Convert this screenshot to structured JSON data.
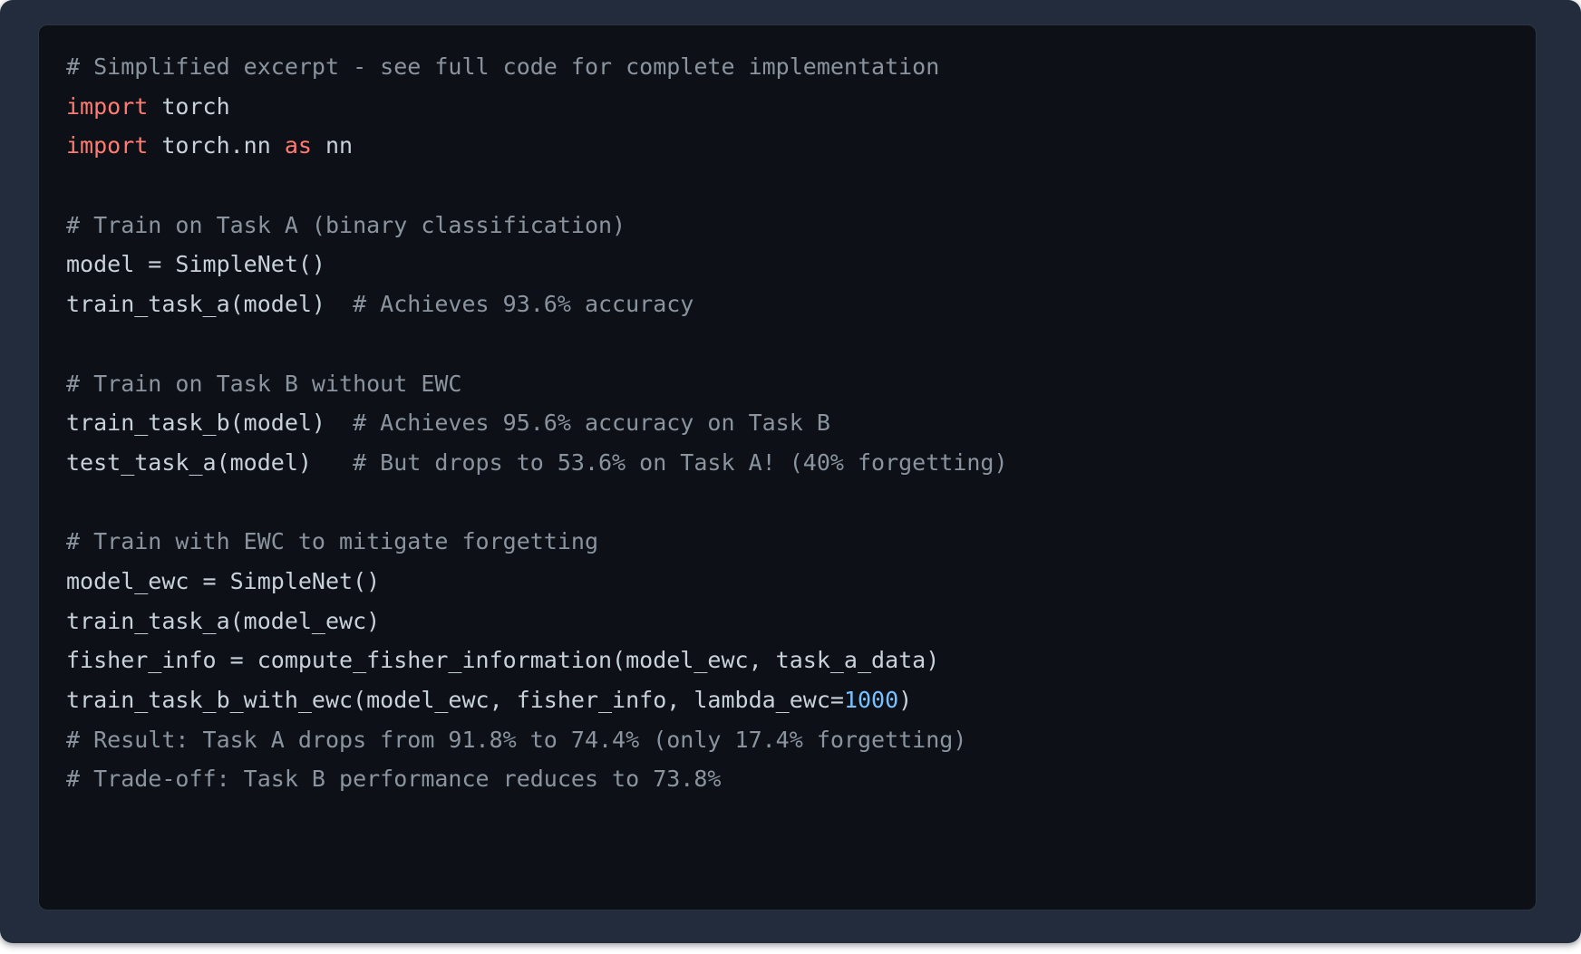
{
  "colors": {
    "page_bg": "#ffffff",
    "card_bg": "#232c3c",
    "code_bg": "#0d1117",
    "code_border": "#2d3544",
    "plain": "#c9d1d9",
    "comment": "#8b949e",
    "keyword": "#ff7b72",
    "number": "#79c0ff"
  },
  "code": {
    "lines": [
      [
        {
          "c": "comment",
          "t": "# Simplified excerpt - see full code for complete implementation"
        }
      ],
      [
        {
          "c": "keyword",
          "t": "import"
        },
        {
          "c": "plain",
          "t": " torch"
        }
      ],
      [
        {
          "c": "keyword",
          "t": "import"
        },
        {
          "c": "plain",
          "t": " torch.nn "
        },
        {
          "c": "keyword",
          "t": "as"
        },
        {
          "c": "plain",
          "t": " nn"
        }
      ],
      [],
      [
        {
          "c": "comment",
          "t": "# Train on Task A (binary classification)"
        }
      ],
      [
        {
          "c": "plain",
          "t": "model = SimpleNet()"
        }
      ],
      [
        {
          "c": "plain",
          "t": "train_task_a(model)  "
        },
        {
          "c": "comment",
          "t": "# Achieves 93.6% accuracy"
        }
      ],
      [],
      [
        {
          "c": "comment",
          "t": "# Train on Task B without EWC"
        }
      ],
      [
        {
          "c": "plain",
          "t": "train_task_b(model)  "
        },
        {
          "c": "comment",
          "t": "# Achieves 95.6% accuracy on Task B"
        }
      ],
      [
        {
          "c": "plain",
          "t": "test_task_a(model)   "
        },
        {
          "c": "comment",
          "t": "# But drops to 53.6% on Task A! (40% forgetting)"
        }
      ],
      [],
      [
        {
          "c": "comment",
          "t": "# Train with EWC to mitigate forgetting"
        }
      ],
      [
        {
          "c": "plain",
          "t": "model_ewc = SimpleNet()"
        }
      ],
      [
        {
          "c": "plain",
          "t": "train_task_a(model_ewc)"
        }
      ],
      [
        {
          "c": "plain",
          "t": "fisher_info = compute_fisher_information(model_ewc, task_a_data)"
        }
      ],
      [
        {
          "c": "plain",
          "t": "train_task_b_with_ewc(model_ewc, fisher_info, lambda_ewc="
        },
        {
          "c": "number",
          "t": "1000"
        },
        {
          "c": "plain",
          "t": ")"
        }
      ],
      [
        {
          "c": "comment",
          "t": "# Result: Task A drops from 91.8% to 74.4% (only 17.4% forgetting)"
        }
      ],
      [
        {
          "c": "comment",
          "t": "# Trade-off: Task B performance reduces to 73.8%"
        }
      ]
    ]
  }
}
